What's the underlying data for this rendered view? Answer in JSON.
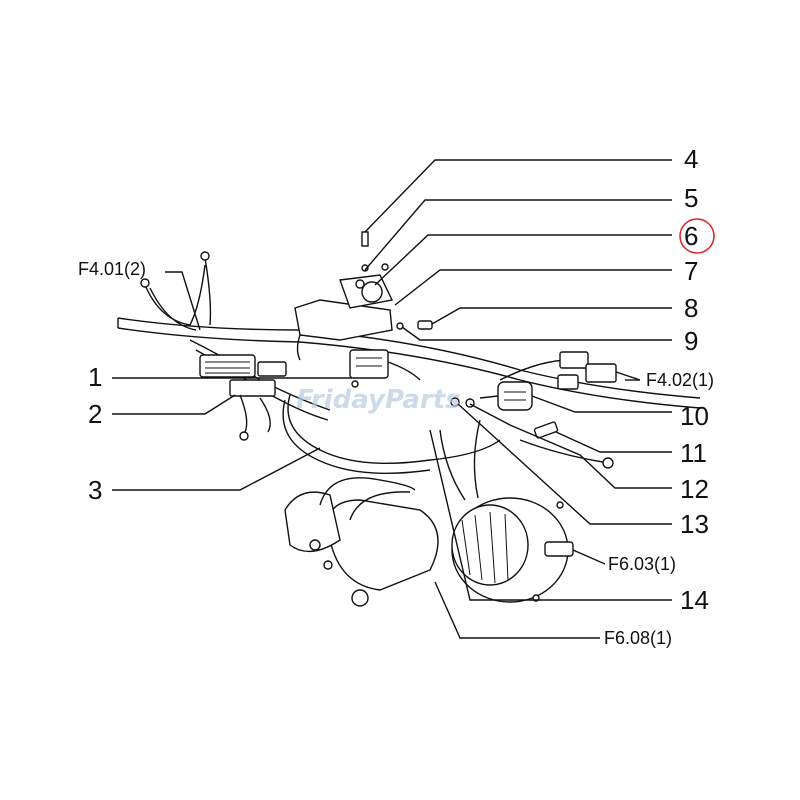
{
  "diagram": {
    "callouts": {
      "c4": "4",
      "c5": "5",
      "c6": "6",
      "c7": "7",
      "c8": "8",
      "c9": "9",
      "c1": "1",
      "c2": "2",
      "c3": "3",
      "c10": "10",
      "c11": "11",
      "c12": "12",
      "c13": "13",
      "c14": "14"
    },
    "references": {
      "f401": "F4.01(2)",
      "f402": "F4.02(1)",
      "f603": "F6.03(1)",
      "f608": "F6.08(1)"
    },
    "highlighted_callout": "6",
    "highlight_color": "#e02020",
    "watermark": "FridayParts"
  }
}
